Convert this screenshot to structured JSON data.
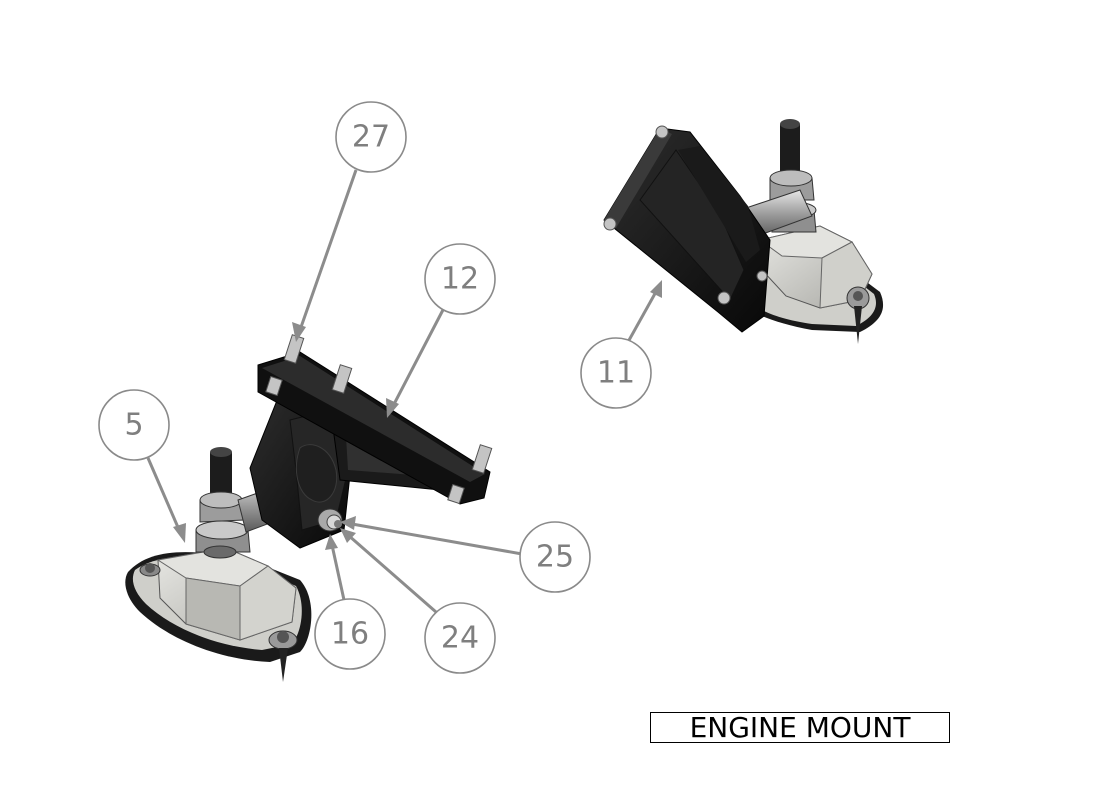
{
  "drawing_title": "ENGINE MOUNT",
  "balloons": [
    {
      "id": "b27",
      "label": "27"
    },
    {
      "id": "b12",
      "label": "12"
    },
    {
      "id": "b5",
      "label": "5"
    },
    {
      "id": "b25",
      "label": "25"
    },
    {
      "id": "b16",
      "label": "16"
    },
    {
      "id": "b24",
      "label": "24"
    },
    {
      "id": "b11",
      "label": "11"
    }
  ],
  "colors": {
    "part_black": "#141414",
    "part_dark": "#2a2a2a",
    "rubber_light": "#d9d9d4",
    "rubber_shade": "#a9a9a4",
    "hardware_gray": "#b8b8b8",
    "leader_gray": "#8c8c8c"
  }
}
